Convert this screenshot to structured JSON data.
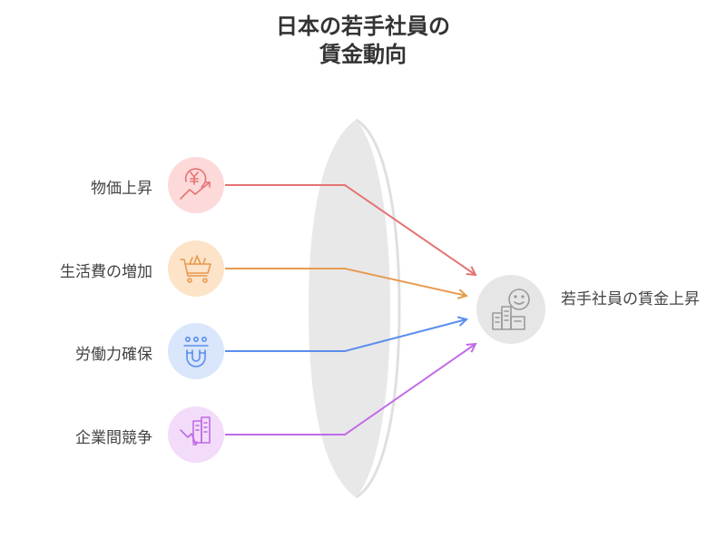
{
  "title": {
    "line1": "日本の若手社員の",
    "line2": "賃金動向"
  },
  "factors": [
    {
      "id": "inflation",
      "label": "物価上昇",
      "icon": "yen-trend-up-icon",
      "color": "#e57373",
      "bg": "#fdd9d9"
    },
    {
      "id": "living-cost",
      "label": "生活費の増加",
      "icon": "shopping-cart-icon",
      "color": "#e79a4e",
      "bg": "#fde3c8"
    },
    {
      "id": "labor",
      "label": "労働力確保",
      "icon": "magnet-people-icon",
      "color": "#5b8def",
      "bg": "#d9e6fb"
    },
    {
      "id": "competition",
      "label": "企業間競争",
      "icon": "building-trend-down-icon",
      "color": "#c06ae6",
      "bg": "#f2dcfa"
    }
  ],
  "result": {
    "label": "若手社員の賃金上昇",
    "icon": "smiley-buildings-icon",
    "bg": "#e6e6e6",
    "color": "#9a9a9a"
  }
}
